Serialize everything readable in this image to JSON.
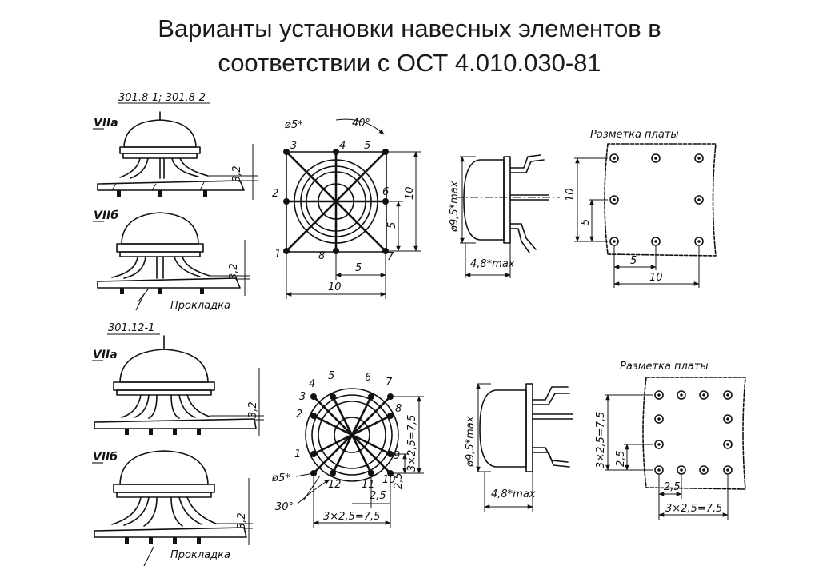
{
  "title_line1": "Варианты установки навесных элементов в",
  "title_line2": "соответствии с ОСТ 4.010.030-81",
  "top": {
    "case_label": "301.8-1;  301.8-2",
    "variant_a": "VIIа",
    "variant_b": "VIIб",
    "gasket": "Прокладка",
    "dim_32a": "3,2",
    "dim_32b": "3,2",
    "phi5": "ø5*",
    "angle": "40°",
    "pins": [
      "1",
      "2",
      "3",
      "4",
      "5",
      "6",
      "7",
      "8"
    ],
    "dim_10_right": "10",
    "dim_5_right": "5",
    "dim_5_bottom": "5",
    "dim_10_bottom": "10",
    "dim_phi95": "ø9,5*max",
    "dim_48": "4,8*max",
    "board_title": "Разметка платы",
    "board_dim_10v": "10",
    "board_dim_5v": "5",
    "board_dim_5h": "5",
    "board_dim_10h": "10"
  },
  "bottom": {
    "case_label": "301.12-1",
    "variant_a": "VIIа",
    "variant_b": "VIIб",
    "gasket": "Прокладка",
    "dim_32a": "3,2",
    "dim_32b": "3,2",
    "pins": [
      "1",
      "2",
      "3",
      "4",
      "5",
      "6",
      "7",
      "8",
      "9",
      "10",
      "11",
      "12"
    ],
    "phi5": "ø5*",
    "angle": "30°",
    "dim_3x25v": "3×2,5=7,5",
    "dim_25v": "2,5",
    "dim_25h": "2,5",
    "dim_3x25h": "3×2,5=7,5",
    "dim_phi95": "ø9,5*max",
    "dim_48": "4,8*max",
    "board_title": "Разметка платы",
    "board_dim_3x25v": "3×2,5=7,5",
    "board_dim_25v": "2,5",
    "board_dim_25h": "2,5",
    "board_dim_3x25h": "3×2,5=7,5"
  }
}
